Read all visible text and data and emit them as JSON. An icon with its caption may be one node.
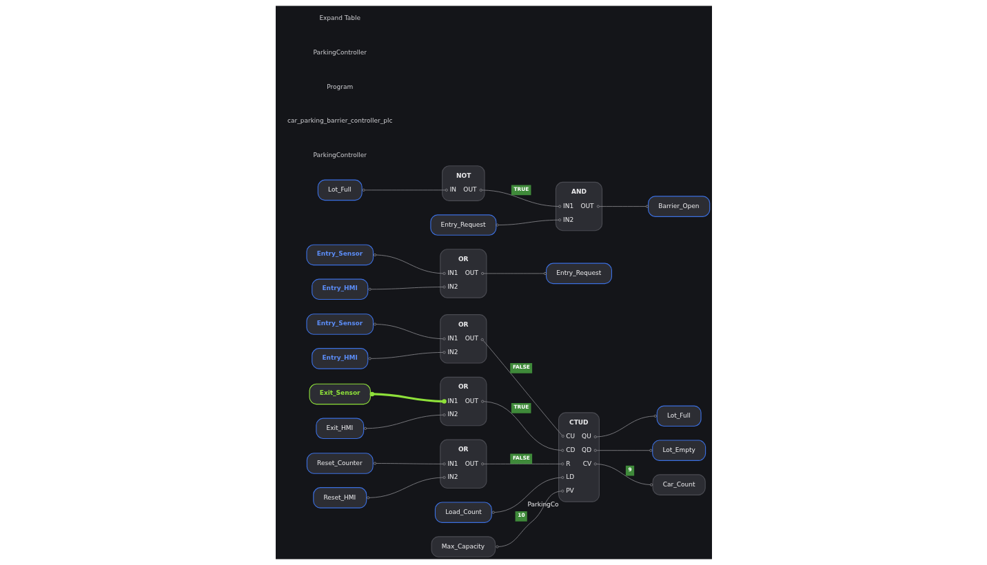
{
  "diagram": {
    "nodes": [
      {
        "text": [
          "Entry_Sensor"
        ]
      },
      {
        "text": [
          "Entry_HMI"
        ]
      },
      {
        "text": [
          "OR",
          "IN1",
          "IN2",
          "OUT"
        ]
      },
      {
        "text": [
          "Exit_Sensor"
        ]
      },
      {
        "text": [
          "Exit_HMI"
        ]
      },
      {
        "text": [
          "OR",
          "IN1",
          "IN2",
          "OUT"
        ]
      },
      {
        "text": [
          "Reset_Counter"
        ]
      },
      {
        "text": [
          "Reset_HMI"
        ]
      },
      {
        "text": [
          "OR",
          "IN1",
          "IN2",
          "OUT"
        ]
      },
      {
        "text": [
          "CTUD",
          "CU",
          "CD",
          "R",
          "LD",
          "PV",
          "QU",
          "QD",
          "CV"
        ],
        "beside": [
          "ParkingCo"
        ]
      },
      {
        "text": [
          "Load_Count"
        ]
      },
      {
        "text": [
          "Max_Capacity"
        ]
      },
      {
        "text": [
          "Lot_Full"
        ]
      },
      {
        "text": [
          "Lot_Empty"
        ]
      },
      {
        "text": [
          "Car_Count"
        ]
      },
      {
        "text": [
          "Entry_Sensor"
        ]
      },
      {
        "text": [
          "Entry_HMI"
        ]
      },
      {
        "text": [
          "OR",
          "IN1",
          "IN2",
          "OUT"
        ]
      },
      {
        "text": [
          "Entry_Request"
        ]
      },
      {
        "text": [
          "Lot_Full"
        ]
      },
      {
        "text": [
          "NOT",
          "IN",
          "OUT"
        ]
      },
      {
        "text": [
          "Entry_Request"
        ]
      },
      {
        "text": [
          "AND",
          "IN1",
          "IN2",
          "OUT"
        ]
      },
      {
        "text": [
          "Barrier_Open"
        ]
      }
    ],
    "edges": [
      {
        "from": 0,
        "to": 2,
        "arrow": "other"
      },
      {
        "from": 1,
        "to": 2,
        "arrow": "other"
      },
      {
        "from": 2,
        "to": 9,
        "arrow": "other",
        "label": "FALSE"
      },
      {
        "from": 3,
        "to": 5,
        "arrow": "other",
        "style": "thick",
        "color": "#8ee03a"
      },
      {
        "from": 4,
        "to": 5,
        "arrow": "other"
      },
      {
        "from": 5,
        "to": 9,
        "arrow": "other",
        "label": "TRUE"
      },
      {
        "from": 6,
        "to": 8,
        "arrow": "other"
      },
      {
        "from": 7,
        "to": 8,
        "arrow": "other"
      },
      {
        "from": 8,
        "to": 9,
        "arrow": "other",
        "label": "FALSE"
      },
      {
        "from": 10,
        "to": 9,
        "arrow": "other"
      },
      {
        "from": 11,
        "to": 9,
        "arrow": "other",
        "label": "10"
      },
      {
        "from": 9,
        "to": 12,
        "arrow": "other"
      },
      {
        "from": 9,
        "to": 13,
        "arrow": "other"
      },
      {
        "from": 9,
        "to": 14,
        "arrow": "other",
        "label": "9"
      },
      {
        "from": 15,
        "to": 17,
        "arrow": "other"
      },
      {
        "from": 16,
        "to": 17,
        "arrow": "other"
      },
      {
        "from": 17,
        "to": 18,
        "arrow": "other"
      },
      {
        "from": 19,
        "to": 20,
        "arrow": "other"
      },
      {
        "from": 20,
        "to": 22,
        "arrow": "other",
        "label": "TRUE"
      },
      {
        "from": 21,
        "to": 22,
        "arrow": "other"
      },
      {
        "from": 22,
        "to": 23,
        "arrow": "other"
      }
    ],
    "labels": [
      "ParkingController",
      "car_parking_barrier_controller_plc",
      "Program",
      "ParkingController",
      "Expand Table"
    ]
  }
}
